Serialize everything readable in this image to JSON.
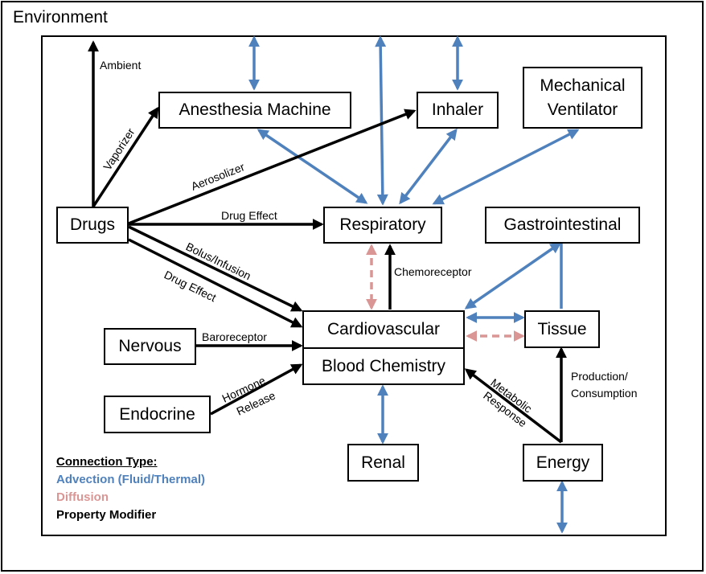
{
  "environment_label": "Environment",
  "nodes": {
    "anesthesia_machine": "Anesthesia Machine",
    "inhaler": "Inhaler",
    "mechanical_ventilator": "Mechanical\nVentilator",
    "drugs": "Drugs",
    "respiratory": "Respiratory",
    "gastrointestinal": "Gastrointestinal",
    "cardiovascular": "Cardiovascular",
    "blood_chemistry": "Blood Chemistry",
    "tissue": "Tissue",
    "nervous": "Nervous",
    "endocrine": "Endocrine",
    "renal": "Renal",
    "energy": "Energy"
  },
  "edge_labels": {
    "ambient": "Ambient",
    "vaporizer": "Vaporizer",
    "aerosolizer": "Aerosolizer",
    "drug_effect_resp": "Drug Effect",
    "bolus_infusion": "Bolus/Infusion",
    "drug_effect_cv": "Drug Effect",
    "chemoreceptor": "Chemoreceptor",
    "baroreceptor": "Baroreceptor",
    "hormone": "Hormone",
    "release": "Release",
    "metabolic": "Metabolic",
    "response": "Response",
    "production": "Production/",
    "consumption": "Consumption"
  },
  "legend": {
    "title": "Connection Type:",
    "advection": "Advection (Fluid/Thermal)",
    "diffusion": "Diffusion",
    "property_modifier": "Property Modifier"
  },
  "colors": {
    "advection": "#4f81bd",
    "diffusion": "#d99694",
    "property_modifier": "#000000"
  }
}
